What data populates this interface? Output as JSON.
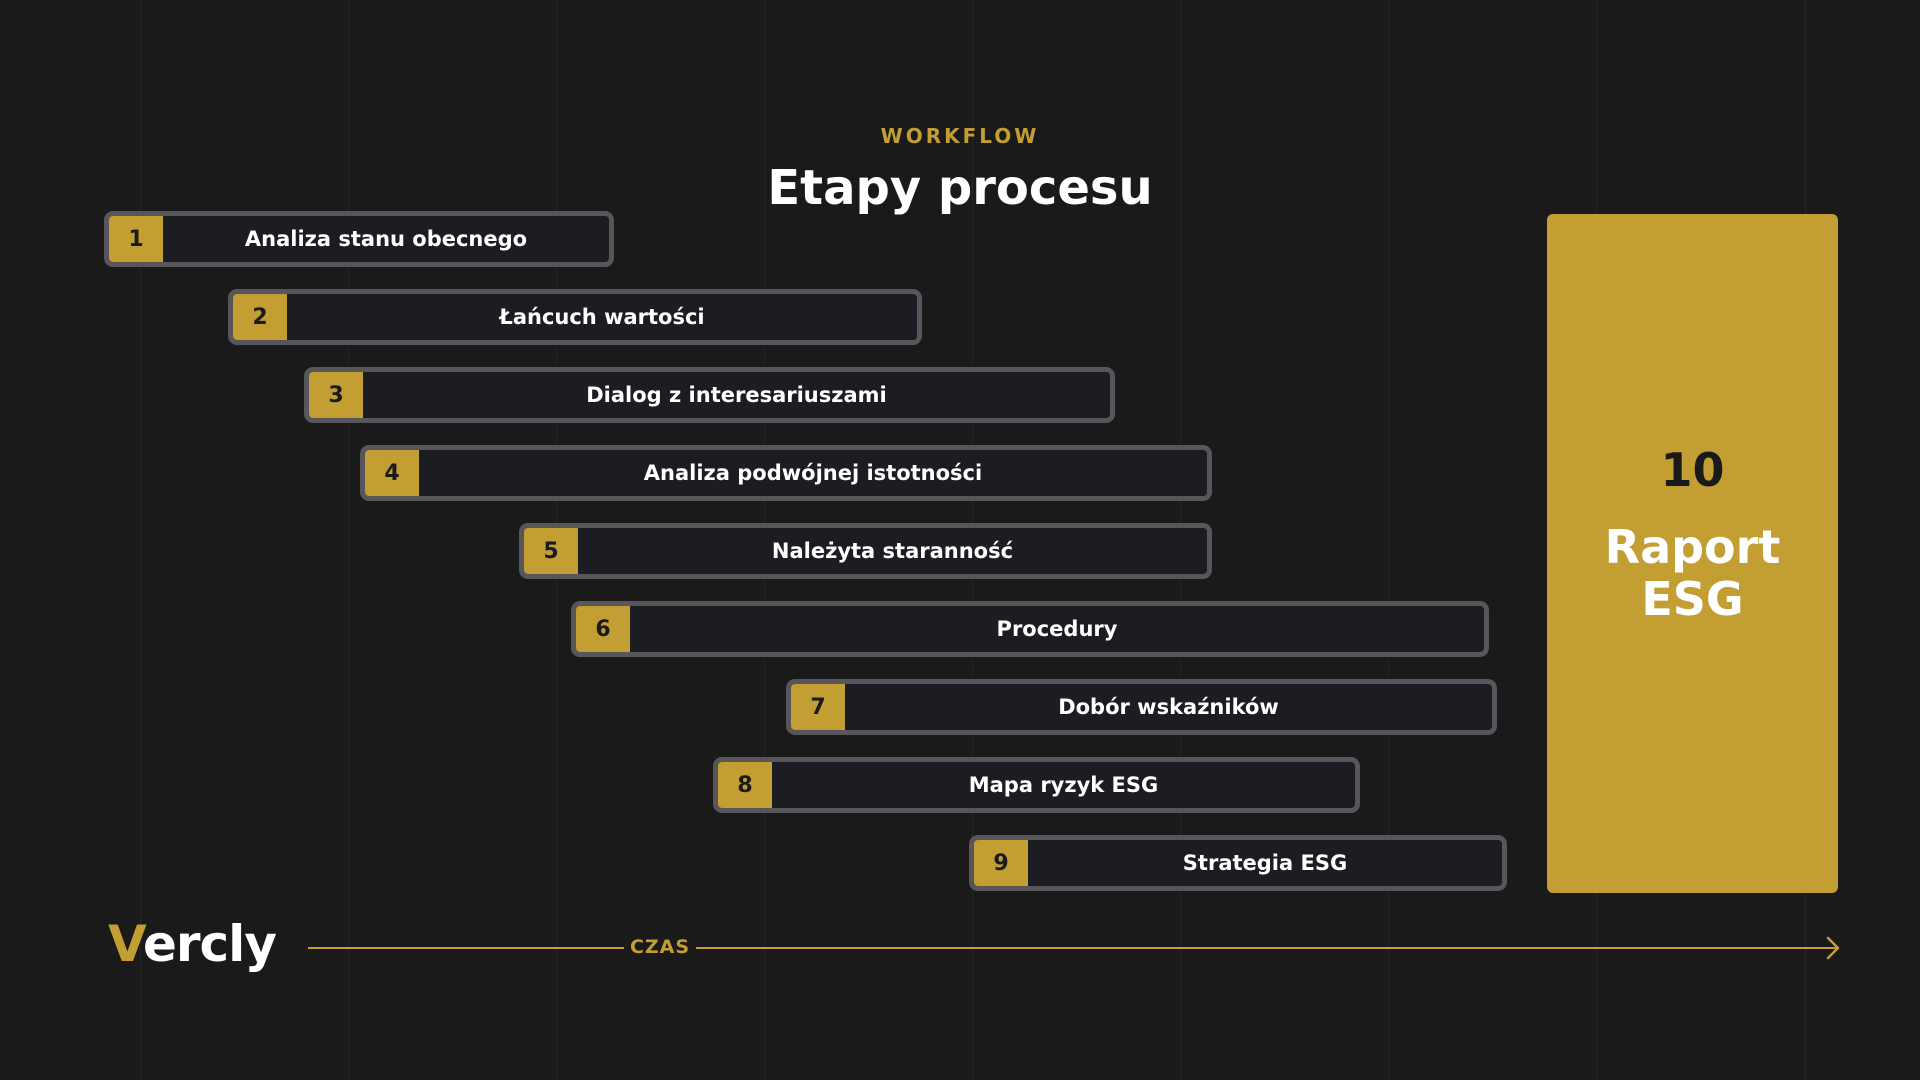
{
  "header": {
    "eyebrow": "WORKFLOW",
    "title": "Etapy procesu"
  },
  "stages": [
    {
      "number": "1",
      "label": "Analiza stanu obecnego"
    },
    {
      "number": "2",
      "label": "Łańcuch wartości"
    },
    {
      "number": "3",
      "label": "Dialog z interesariuszami"
    },
    {
      "number": "4",
      "label": "Analiza podwójnej istotności"
    },
    {
      "number": "5",
      "label": "Należyta staranność"
    },
    {
      "number": "6",
      "label": "Procedury"
    },
    {
      "number": "7",
      "label": "Dobór wskaźników"
    },
    {
      "number": "8",
      "label": "Mapa ryzyk ESG"
    },
    {
      "number": "9",
      "label": "Strategia ESG"
    }
  ],
  "final_stage": {
    "number": "10",
    "label": "Raport ESG"
  },
  "axis": {
    "label": "CZAS"
  },
  "logo": {
    "accent_letter": "V",
    "rest": "ercly"
  },
  "colors": {
    "background": "#1a1a1b",
    "accent": "#c39e33",
    "bar_fill": "#1c1d22",
    "bar_border": "#56565b",
    "text": "#ffffff"
  }
}
